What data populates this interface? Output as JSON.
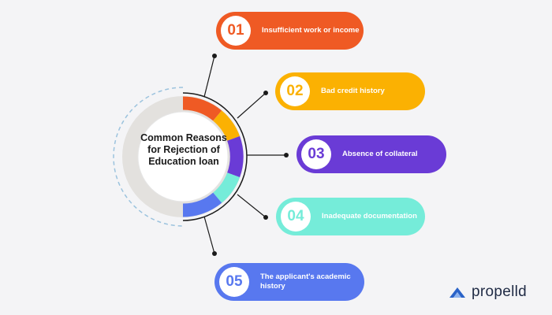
{
  "diagram": {
    "center_title": "Common Reasons for Rejection of Education loan",
    "items": [
      {
        "number": "01",
        "label": "Insufficient work or income",
        "color": "#ef5a24"
      },
      {
        "number": "02",
        "label": "Bad credit history",
        "color": "#fbb102"
      },
      {
        "number": "03",
        "label": "Absence of collateral",
        "color": "#6a3bd6"
      },
      {
        "number": "04",
        "label": "Inadequate documentation",
        "color": "#75ecd9"
      },
      {
        "number": "05",
        "label": "The applicant's academic history",
        "color": "#5878ef"
      }
    ]
  },
  "brand": {
    "logo_text": "propelld",
    "logo_icon": "propelld-logo-icon",
    "logo_color": "#2a63c8"
  }
}
